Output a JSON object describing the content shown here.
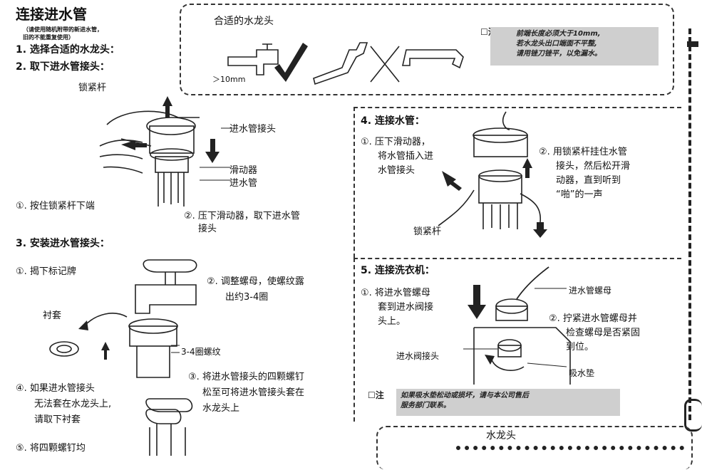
{
  "title": "连接进水管",
  "subtitle": [
    "（请使用随机附带的新进水管，",
    "旧的不能重复使用）"
  ],
  "step1": "1. 选择合适的水龙头：",
  "step2": "2. 取下进水管接头：",
  "step2_labels": {
    "lever": "锁紧杆",
    "connector": "进水管接头",
    "slider": "滑动器",
    "pipe": "进水管",
    "sub1": "①. 按住锁紧杆下端",
    "sub2": [
      "②. 压下滑动器，取下进水管",
      "接头"
    ]
  },
  "faucet_box": {
    "title": "合适的水龙头",
    "dim": "＞10mm",
    "note_label": "注",
    "note_lines": [
      "前端长度必须大于10mm,",
      "若水龙头出口端面不平整,",
      "请用锉刀锉平，以免漏水。"
    ]
  },
  "step3": "3. 安装进水管接头：",
  "step3_labels": {
    "sub1": "①. 揭下标记牌",
    "bushing": "衬套",
    "sub2": [
      "②. 调整螺母，使螺纹露",
      "出约3-4圈"
    ],
    "threads": "3-4圈螺纹",
    "sub3": [
      "③. 将进水管接头的四颗螺钉",
      "松至可将进水管接头套在",
      "水龙头上"
    ],
    "sub4": [
      "④. 如果进水管接头",
      "无法套在水龙头上,",
      "请取下衬套"
    ],
    "sub5": "⑤. 将四颗螺钉均"
  },
  "step4": {
    "title": "4. 连接水管：",
    "sub1": [
      "①. 压下滑动器，",
      "将水管插入进",
      "水管接头"
    ],
    "sub2": [
      "②. 用锁紧杆挂住水管",
      "接头，然后松开滑",
      "动器，直到听到",
      "“啪”的一声"
    ],
    "lever": "锁紧杆"
  },
  "step5": {
    "title": "5. 连接洗衣机：",
    "sub1": [
      "①. 将进水管螺母",
      "套到进水阀接",
      "头上。"
    ],
    "nut": "进水管螺母",
    "sub2": [
      "②. 拧紧进水管螺母并",
      "检查螺母是否紧固",
      "到位。"
    ],
    "valve": "进水阀接头",
    "gasket": "吸水垫",
    "note_label": "注",
    "note_lines": [
      "如果吸水垫松动或损坏，请与本公司售后",
      "服务部门联系。"
    ]
  },
  "faucet_bottom": "水龙头"
}
